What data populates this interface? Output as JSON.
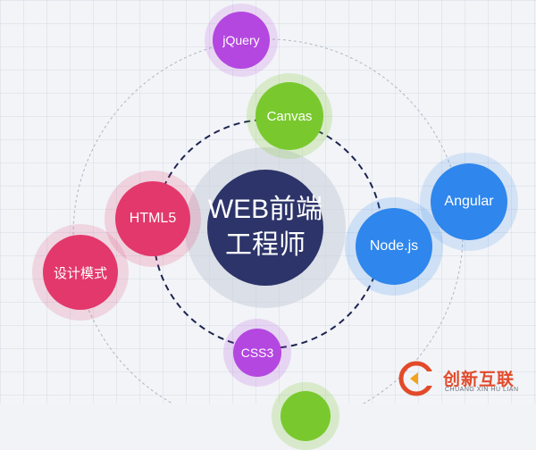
{
  "diagram": {
    "center": {
      "line1": "WEB前端",
      "line2": "工程师"
    },
    "nodes": {
      "jquery": "jQuery",
      "canvas": "Canvas",
      "html5": "HTML5",
      "design_patterns": "设计模式",
      "nodejs": "Node.js",
      "angular": "Angular",
      "css3": "CSS3"
    },
    "colors": {
      "center": "#2c3469",
      "purple": "#b447e0",
      "green": "#79c92e",
      "pink": "#e3386c",
      "blue": "#2f86ec"
    }
  },
  "watermark": {
    "brand": "创新互联",
    "sub": "CHUANG XIN HU LIAN"
  }
}
